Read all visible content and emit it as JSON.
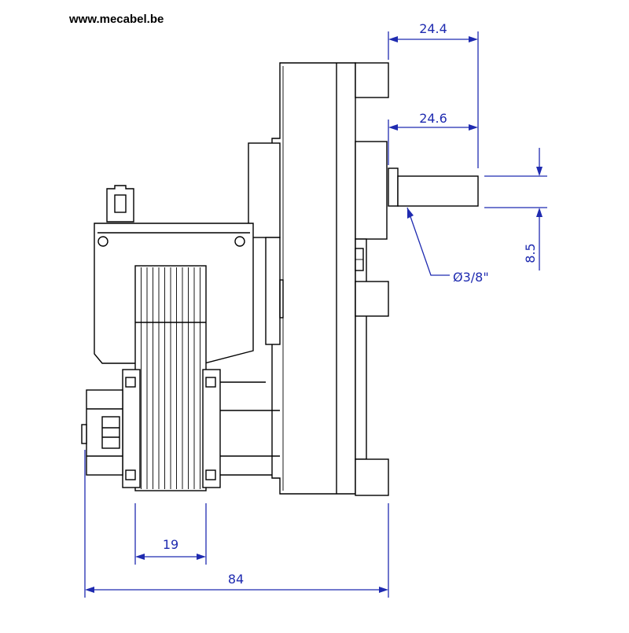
{
  "header": {
    "site_url": "www.mecabel.be"
  },
  "dimensions": {
    "top_width": "24.4",
    "shaft_length": "24.6",
    "shaft_diameter": "Ø3/8\"",
    "shaft_offset": "8.5",
    "coil_width": "19",
    "overall_width": "84"
  },
  "colors": {
    "dimension": "#1f2bb0",
    "drawing": "#000000"
  }
}
